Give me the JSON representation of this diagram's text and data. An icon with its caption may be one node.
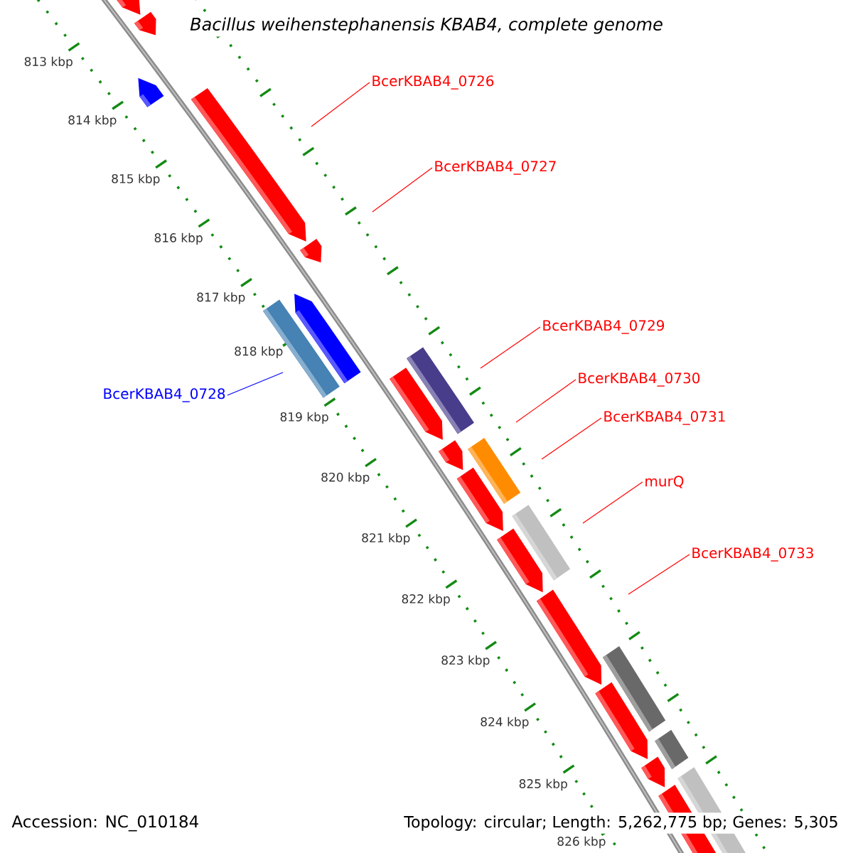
{
  "diagram": {
    "title": "Bacillus weihenstephanensis KBAB4, complete genome",
    "nodes": [
      {
        "text": [
          "BcerKBAB4_0726"
        ]
      },
      {
        "text": [
          "BcerKBAB4_0727"
        ]
      },
      {
        "text": [
          "BcerKBAB4_0728"
        ]
      },
      {
        "text": [
          "BcerKBAB4_0729"
        ]
      },
      {
        "text": [
          "BcerKBAB4_0730"
        ]
      },
      {
        "text": [
          "BcerKBAB4_0731"
        ]
      },
      {
        "text": [
          "murQ"
        ]
      },
      {
        "text": [
          "BcerKBAB4_0733"
        ]
      }
    ],
    "edges": [
      {
        "from": 0,
        "to": null,
        "arrow": "none"
      },
      {
        "from": 1,
        "to": null,
        "arrow": "none"
      },
      {
        "from": 2,
        "to": null,
        "arrow": "none",
        "color": "#0000ff"
      },
      {
        "from": 3,
        "to": null,
        "arrow": "none"
      },
      {
        "from": 4,
        "to": null,
        "arrow": "none"
      },
      {
        "from": 5,
        "to": null,
        "arrow": "none"
      },
      {
        "from": 6,
        "to": null,
        "arrow": "none"
      },
      {
        "from": 7,
        "to": null,
        "arrow": "none"
      }
    ],
    "labels": [
      "813 kbp",
      "814 kbp",
      "815 kbp",
      "816 kbp",
      "817 kbp",
      "818 kbp",
      "819 kbp",
      "820 kbp",
      "821 kbp",
      "822 kbp",
      "823 kbp",
      "824 kbp",
      "825 kbp",
      "826 kbp",
      "Accession: NC_010184",
      "Topology: circular; Length: 5,262,775 bp; Genes: 5,305"
    ]
  }
}
